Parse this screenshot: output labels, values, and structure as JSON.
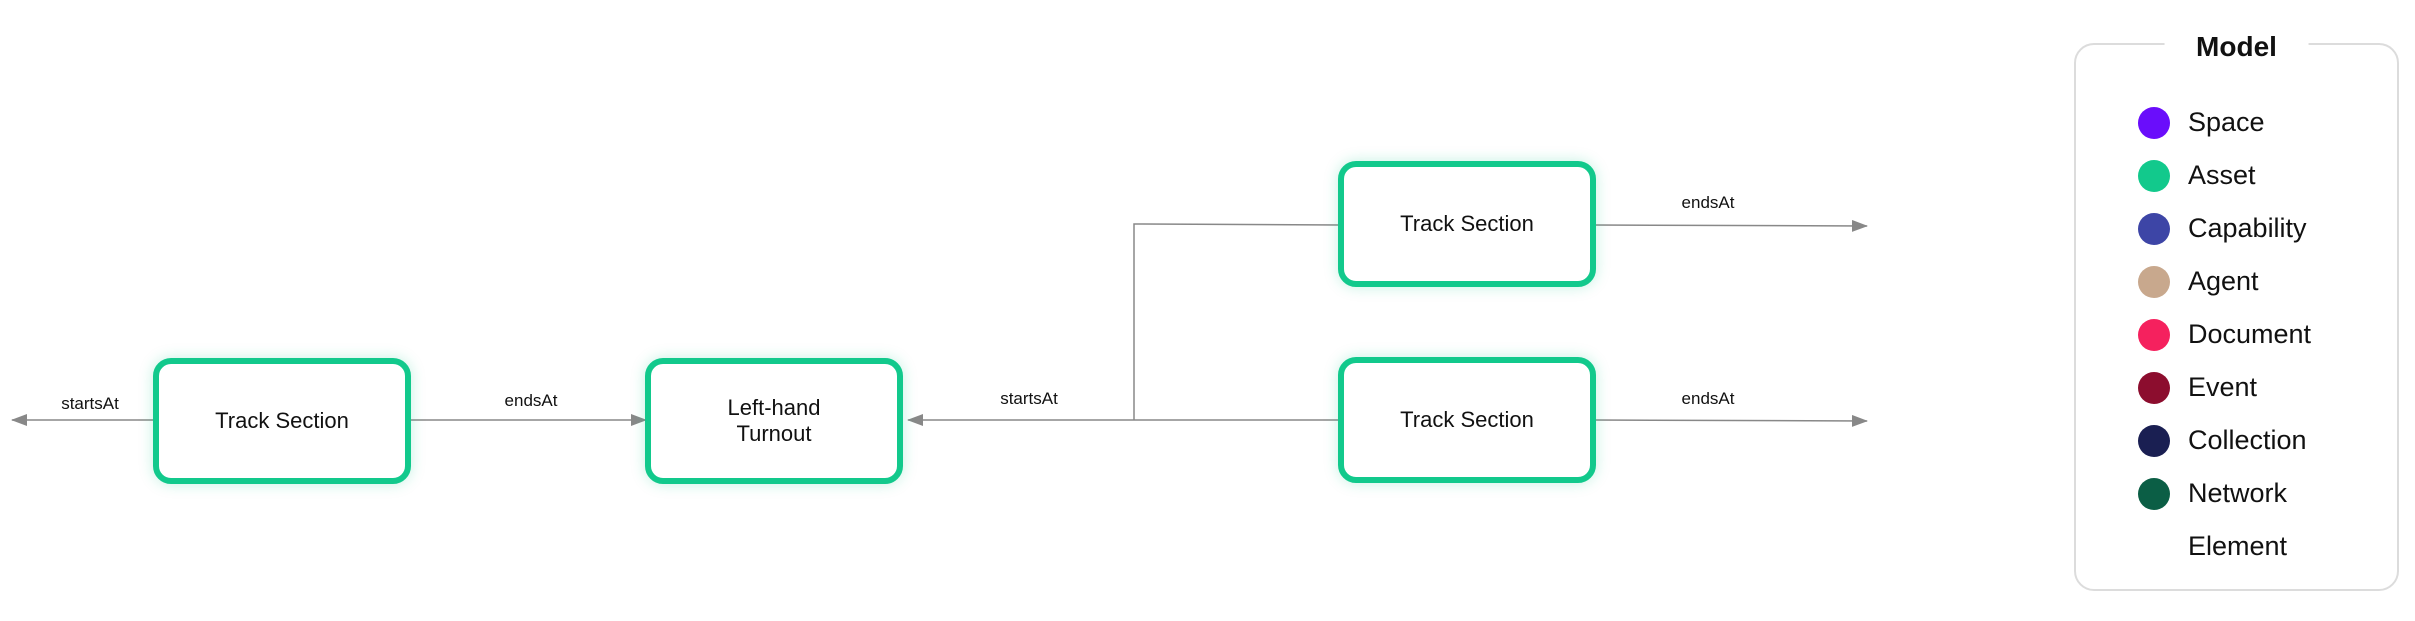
{
  "nodes": [
    {
      "id": "ts1",
      "label": "Track Section"
    },
    {
      "id": "turnout",
      "label": "Left-hand\nTurnout"
    },
    {
      "id": "ts2",
      "label": "Track Section"
    },
    {
      "id": "ts3",
      "label": "Track Section"
    }
  ],
  "edges": [
    {
      "from": "ts1",
      "label": "startsAt"
    },
    {
      "from": "ts1",
      "to": "turnout",
      "label": "endsAt"
    },
    {
      "from": "ts2",
      "to": "turnout",
      "label": "startsAt"
    },
    {
      "from": "ts3",
      "to": "turnout"
    },
    {
      "from": "ts2",
      "label": "endsAt"
    },
    {
      "from": "ts3",
      "label": "endsAt"
    }
  ],
  "legend": {
    "title": "Model",
    "items": [
      {
        "label": "Space",
        "color": "#6a0dfb"
      },
      {
        "label": "Asset",
        "color": "#12c98c"
      },
      {
        "label": "Capability",
        "color": "#3d45a6"
      },
      {
        "label": "Agent",
        "color": "#c8a88d"
      },
      {
        "label": "Document",
        "color": "#f5215e"
      },
      {
        "label": "Event",
        "color": "#8c0d2e"
      },
      {
        "label": "Collection",
        "color": "#1a1f52"
      },
      {
        "label": "Network",
        "color": "#0b5e45"
      },
      {
        "label": "Element",
        "color": "transparent"
      }
    ]
  },
  "colors": {
    "node_border": "#12c98c",
    "edge": "#888888"
  }
}
